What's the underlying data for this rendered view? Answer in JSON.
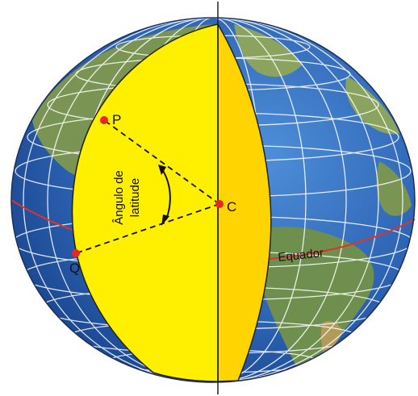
{
  "diagram": {
    "points": {
      "p": "P",
      "q": "Q",
      "c": "C"
    },
    "angle_label_line1": "Ângulo de",
    "angle_label_line2": "latitude",
    "equator_label": "Equador"
  },
  "colors": {
    "ocean": "#2c63b3",
    "land": "#6f8f4e",
    "cut_face": "#ffef00",
    "cut_side": "#ffd400",
    "graticule": "#ffffff",
    "equator": "#e0322a",
    "point_marker": "#e8262a"
  }
}
